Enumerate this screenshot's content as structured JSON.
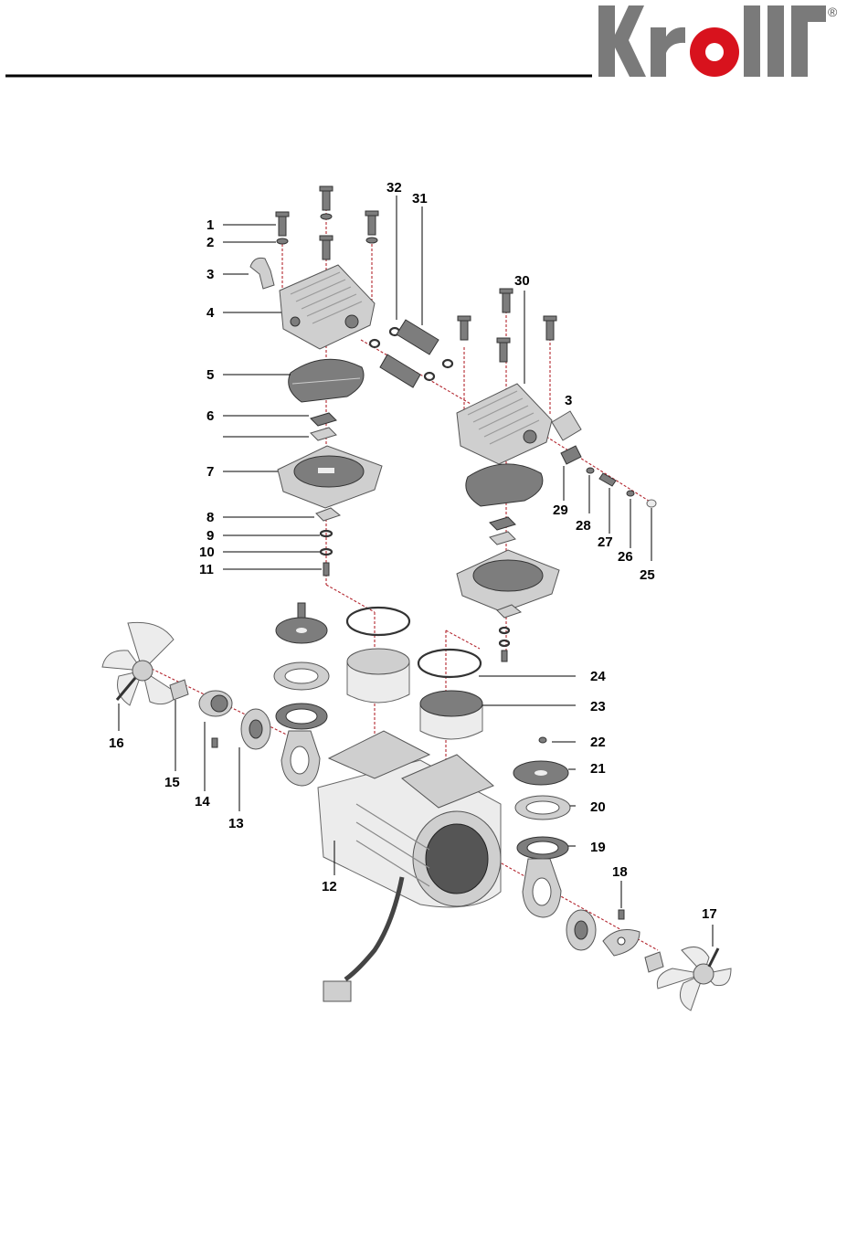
{
  "brand": {
    "name": "Kroll",
    "registered": "®"
  },
  "colors": {
    "logo_letters": "#7a7a7a",
    "logo_dot": "#d8121d",
    "axis": "#b3262f"
  },
  "diagram": {
    "callouts": [
      "1",
      "2",
      "3",
      "4",
      "5",
      "6",
      "7",
      "8",
      "9",
      "10",
      "11",
      "12",
      "13",
      "14",
      "15",
      "16",
      "17",
      "18",
      "19",
      "20",
      "21",
      "22",
      "23",
      "24",
      "25",
      "26",
      "27",
      "28",
      "29",
      "30",
      "31",
      "32",
      "3"
    ]
  }
}
